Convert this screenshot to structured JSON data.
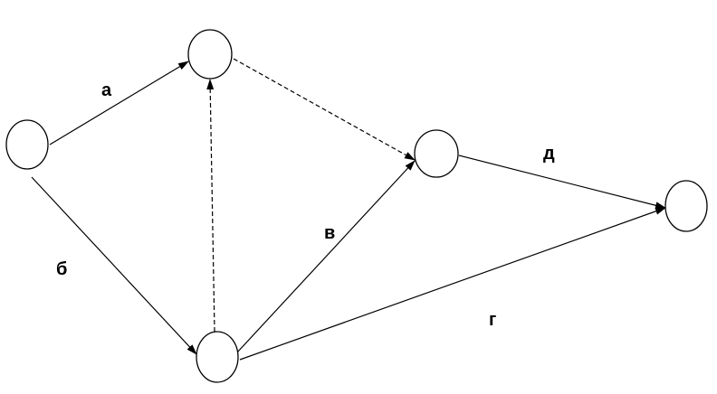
{
  "diagram": {
    "type": "network-graph",
    "nodes": [
      {
        "id": "n1"
      },
      {
        "id": "n2"
      },
      {
        "id": "n3"
      },
      {
        "id": "n4"
      },
      {
        "id": "n5"
      }
    ],
    "edges": [
      {
        "id": "a",
        "from": "n1",
        "to": "n2",
        "label": "а",
        "style": "solid"
      },
      {
        "id": "b",
        "from": "n1",
        "to": "n5",
        "label": "б",
        "style": "solid"
      },
      {
        "id": "d1",
        "from": "n5",
        "to": "n2",
        "label": "",
        "style": "dashed"
      },
      {
        "id": "d2",
        "from": "n2",
        "to": "n3",
        "label": "",
        "style": "dashed"
      },
      {
        "id": "v",
        "from": "n5",
        "to": "n3",
        "label": "в",
        "style": "solid"
      },
      {
        "id": "d",
        "from": "n3",
        "to": "n4",
        "label": "д",
        "style": "solid"
      },
      {
        "id": "g",
        "from": "n5",
        "to": "n4",
        "label": "г",
        "style": "solid"
      }
    ]
  }
}
